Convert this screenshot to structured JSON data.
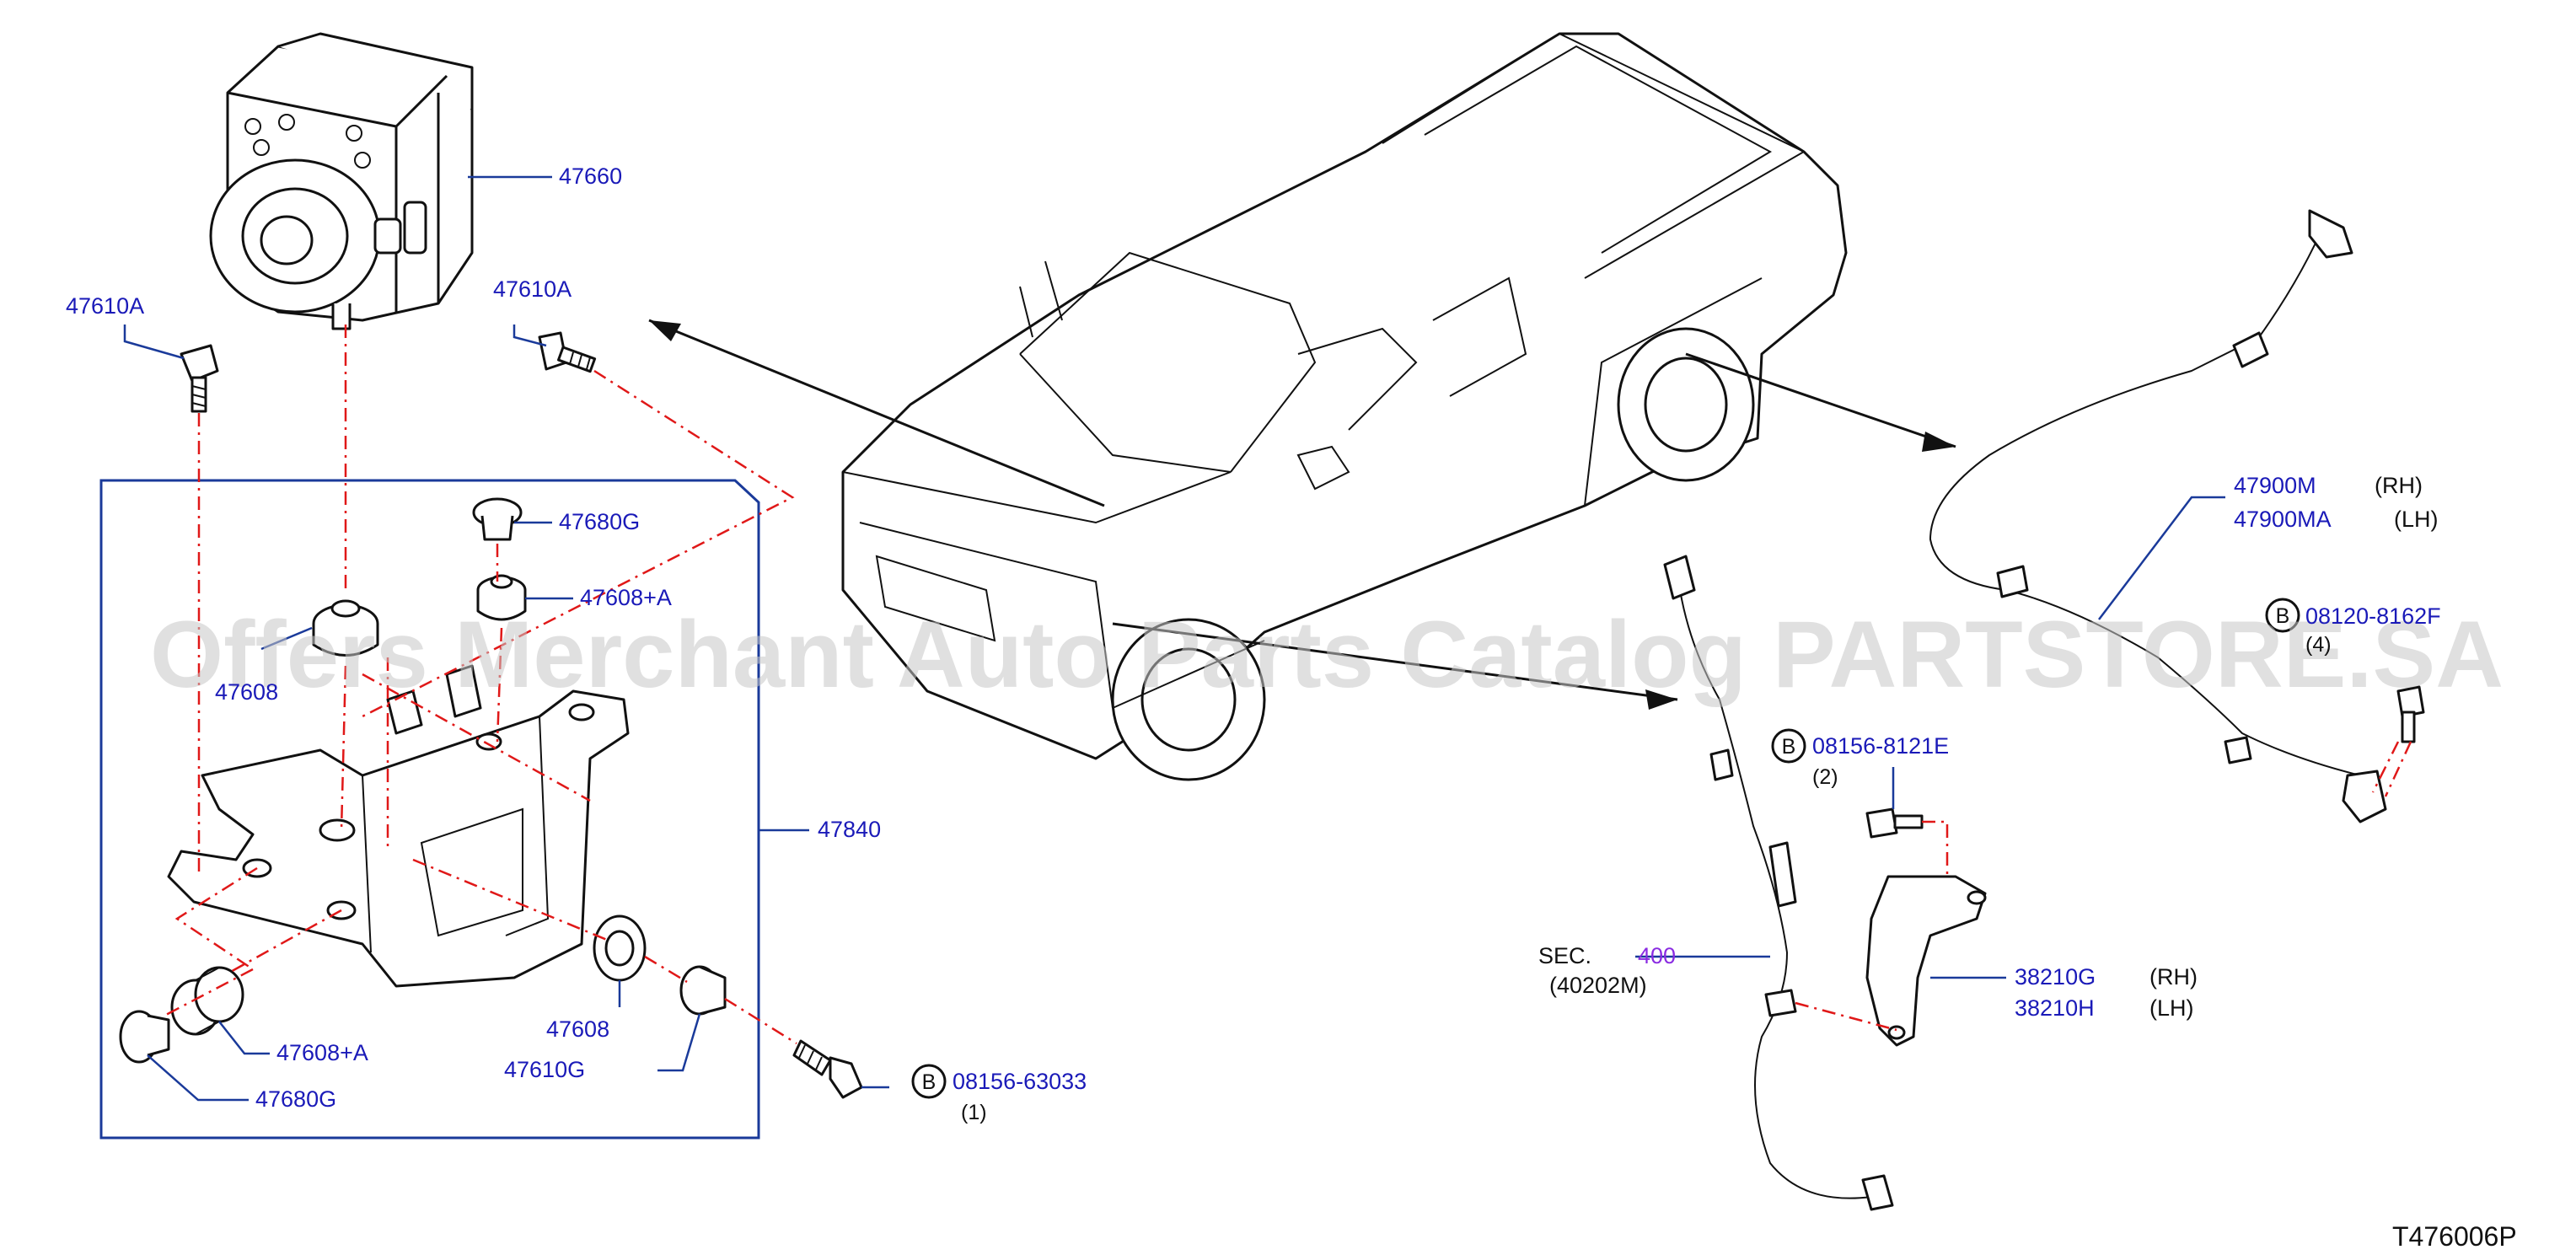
{
  "labels": {
    "p47660": "47660",
    "p47610A_left": "47610A",
    "p47610A_right": "47610A",
    "p47680G_top": "47680G",
    "p47608A_top": "47608+A",
    "p47608_left": "47608",
    "p47840": "47840",
    "p47608_bottom": "47608",
    "p47610G": "47610G",
    "p47608A_bottom": "47608+A",
    "p47680G_bottom": "47680G",
    "bolt_08156_63033": "08156-63033",
    "bolt_08156_63033_qty": "(1)",
    "bolt_08156_8121E": "08156-8121E",
    "bolt_08156_8121E_qty": "(2)",
    "sec_prefix": "SEC.",
    "sec_number": "400",
    "sec_ref": "(40202M)",
    "p38210G": "38210G",
    "p38210G_side": "(RH)",
    "p38210H": "38210H",
    "p38210H_side": "(LH)",
    "p47900M": "47900M",
    "p47900M_side": "(RH)",
    "p47900MA": "47900MA",
    "p47900MA_side": "(LH)",
    "bolt_08120_8162F": "08120-8162F",
    "bolt_08120_8162F_qty": "(4)",
    "b_marker": "B"
  },
  "watermark": "Offers Merchant Auto Parts Catalog PARTSTORE.SA",
  "diagram_ref": "T476006P",
  "colors": {
    "part_number": "#1a1ab8",
    "section_number": "#8a2be2",
    "centerline": "#e01818",
    "leader": "#1a3a9a",
    "outline": "#111111"
  }
}
